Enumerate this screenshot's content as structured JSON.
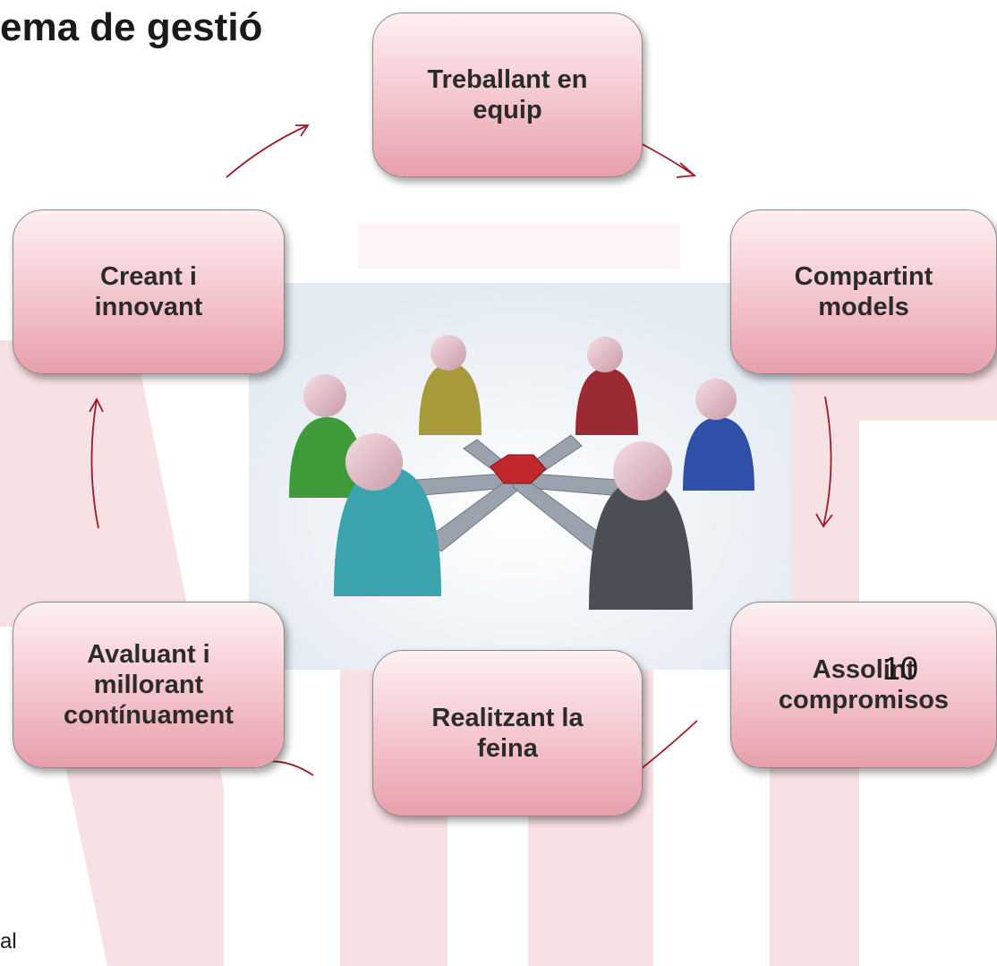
{
  "slide": {
    "title_fragment": "ema de gestió",
    "footer_fragment": "al",
    "page_number": "10"
  },
  "cycle": {
    "nodes": [
      {
        "label": "Treballant en equip"
      },
      {
        "label": "Compartint models"
      },
      {
        "label": "Assolint compromisos"
      },
      {
        "label": "Realitzant la feina"
      },
      {
        "label": "Avaluant i millorant contínuament"
      },
      {
        "label": "Creant i innovant"
      }
    ]
  },
  "center_image": {
    "icon": "team-people-around-hub-icon"
  },
  "colors": {
    "node_fill_top": "#fdf0f2",
    "node_fill_bottom": "#e7a0ac",
    "arrow": "#9b1b2a",
    "watermark": "#f3c9cf"
  }
}
